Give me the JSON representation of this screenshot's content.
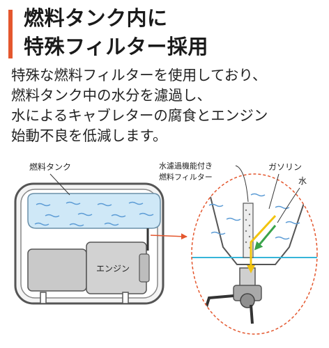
{
  "header": {
    "title_lines": [
      "燃料タンク内に",
      "特殊フィルター採用"
    ],
    "accent_color": "#e4572e"
  },
  "description": {
    "lines": [
      "特殊な燃料フィルターを使用しており、",
      "燃料タンク中の水分を濾過し、",
      "水によるキャブレターの腐食とエンジン",
      "始動不良を低減します。"
    ]
  },
  "diagram": {
    "labels": {
      "fuel_tank": "燃料タンク",
      "engine": "エンジン",
      "filter_line1": "水濾過機能付き",
      "filter_line2": "燃料フィルター",
      "gasoline": "ガソリン",
      "water": "水"
    },
    "colors": {
      "fuel_fill": "#cfe8f7",
      "wave": "#5b9bd5",
      "water_arrow": "#3aa34a",
      "gasoline_arrow": "#f2c40f",
      "callout_circle": "#e4572e",
      "water_line": "#36b5d8",
      "frame": "#555555",
      "engine_block": "#c9c9c9"
    }
  }
}
